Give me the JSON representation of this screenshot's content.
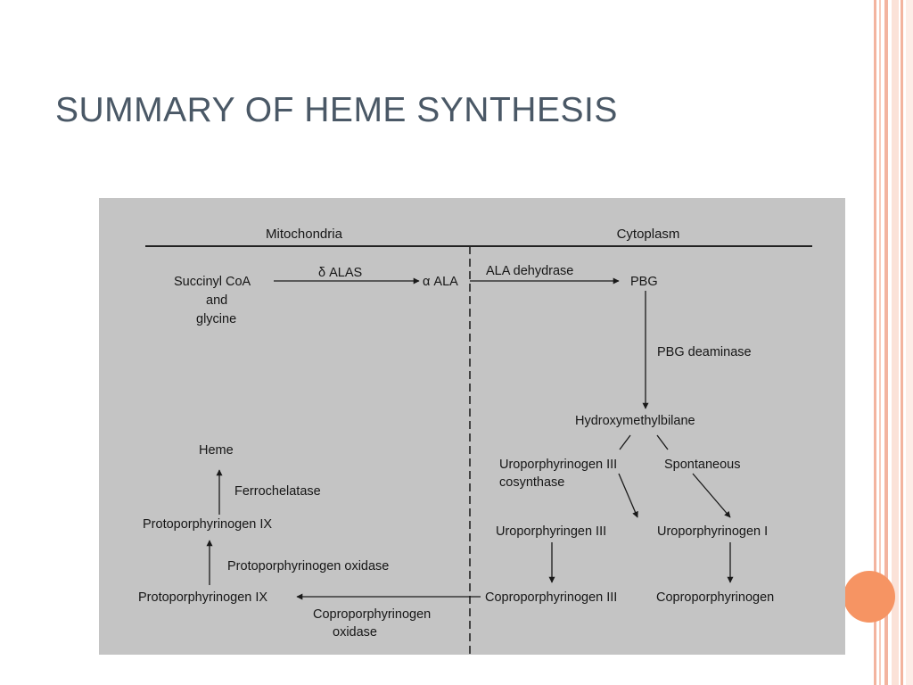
{
  "slide": {
    "title": "SUMMARY OF HEME SYNTHESIS"
  },
  "diagram": {
    "compartments": {
      "left": "Mitochondria",
      "right": "Cytoplasm"
    },
    "nodes": {
      "succinyl_coa": "Succinyl CoA",
      "and": "and",
      "glycine": "glycine",
      "alpha_ala": "α ALA",
      "pbg": "PBG",
      "hydroxymethylbilane": "Hydroxymethylbilane",
      "uroporphyrinogen_iii": "Uroporphyringen III",
      "uroporphyrinogen_i": "Uroporphyrinogen I",
      "coproporphyrinogen_iii": "Coproporphyrinogen III",
      "coproporphyrinogen": "Coproporphyrinogen",
      "protoporphyrinogen_ix_bottom": "Protoporphyrinogen IX",
      "protoporphyrinogen_ix_top": "Protoporphyrinogen IX",
      "heme": "Heme"
    },
    "enzymes": {
      "delta_alas": "δ ALAS",
      "ala_dehydrase": "ALA dehydrase",
      "pbg_deaminase": "PBG deaminase",
      "uro_cosynthase_line1": "Uroporphyrinogen III",
      "uro_cosynthase_line2": "cosynthase",
      "spontaneous": "Spontaneous",
      "copro_oxidase_line1": "Coproporphyrinogen",
      "copro_oxidase_line2": "oxidase",
      "proto_oxidase": "Protoporphyrinogen oxidase",
      "ferrochelatase": "Ferrochelatase"
    }
  }
}
